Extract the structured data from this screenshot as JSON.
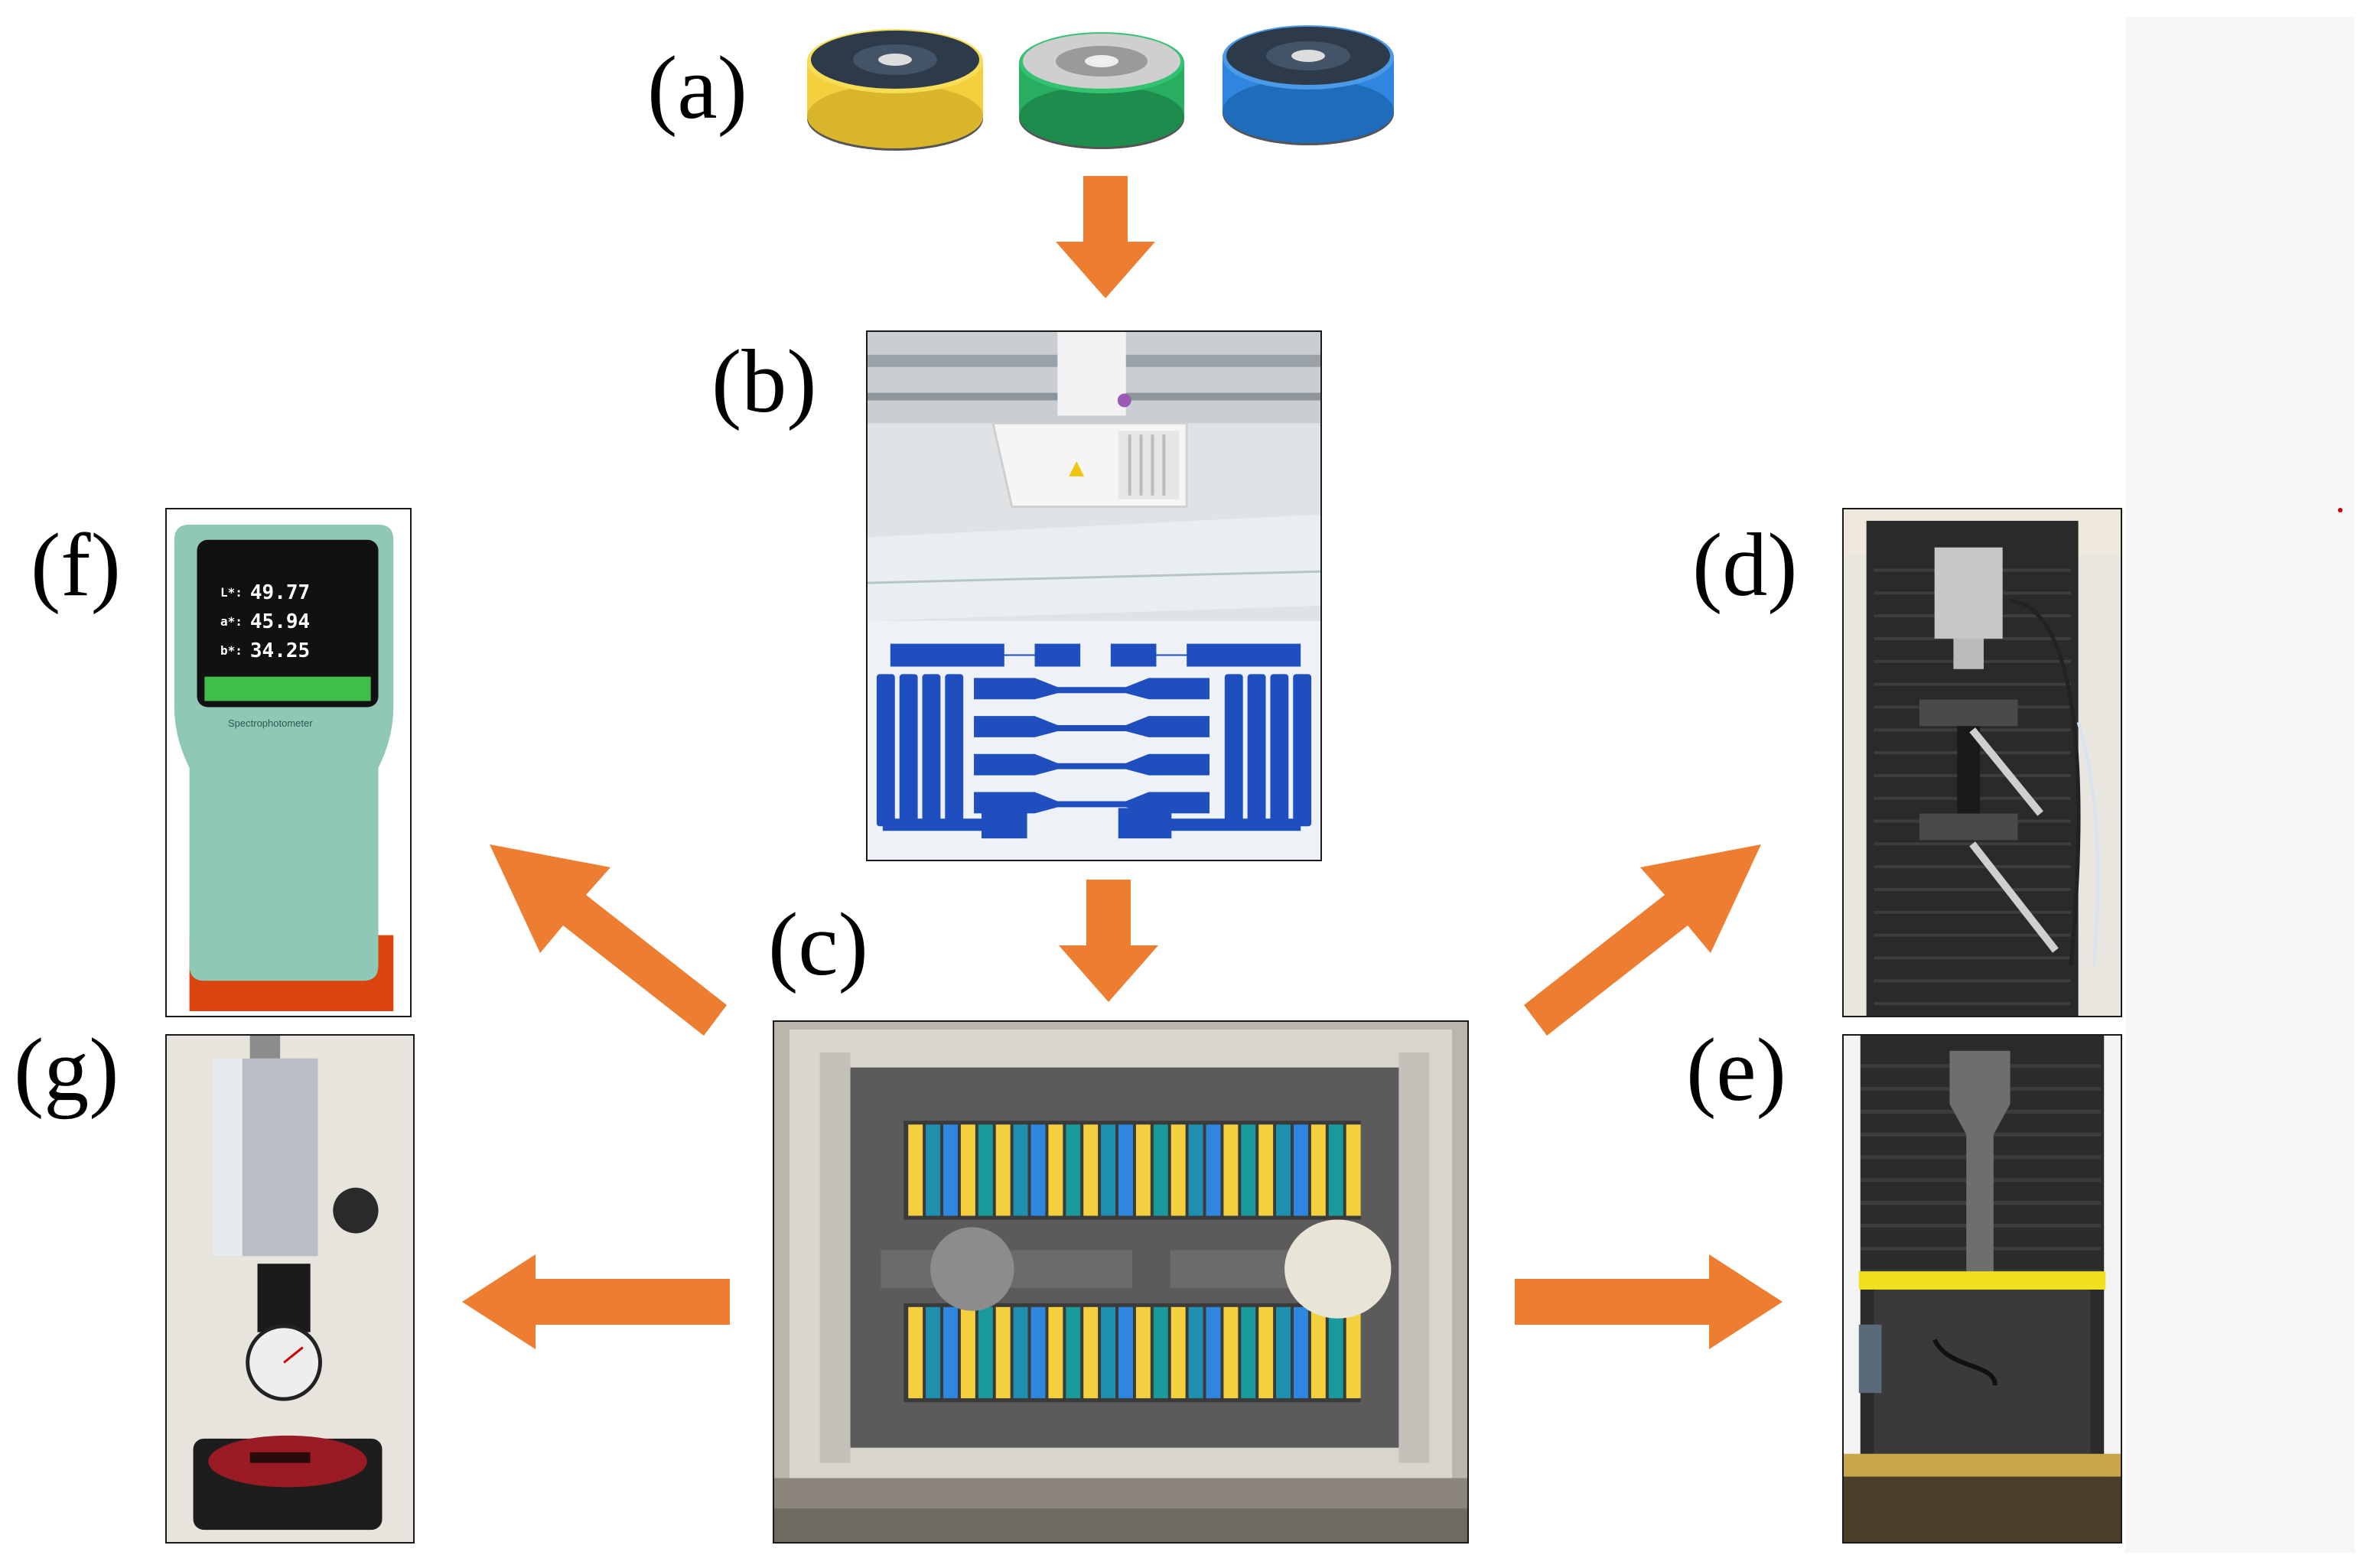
{
  "labels": {
    "a": "(a)",
    "b": "(b)",
    "c": "(c)",
    "d": "(d)",
    "e": "(e)",
    "f": "(f)",
    "g": "(g)"
  },
  "spectrophotometer": {
    "L": "L*:",
    "L_value": "49.77",
    "a": "a*:",
    "a_value": "45.94",
    "b": "b*:",
    "b_value": "34.25",
    "brand": "Spectrophotometer"
  },
  "colors": {
    "arrow": "#ed7d31",
    "filament_yellow": "#f4d03f",
    "filament_green": "#27ae60",
    "filament_blue": "#2e86de",
    "print_blue": "#1f4fbf",
    "tensile_bed": "#f0e020"
  }
}
